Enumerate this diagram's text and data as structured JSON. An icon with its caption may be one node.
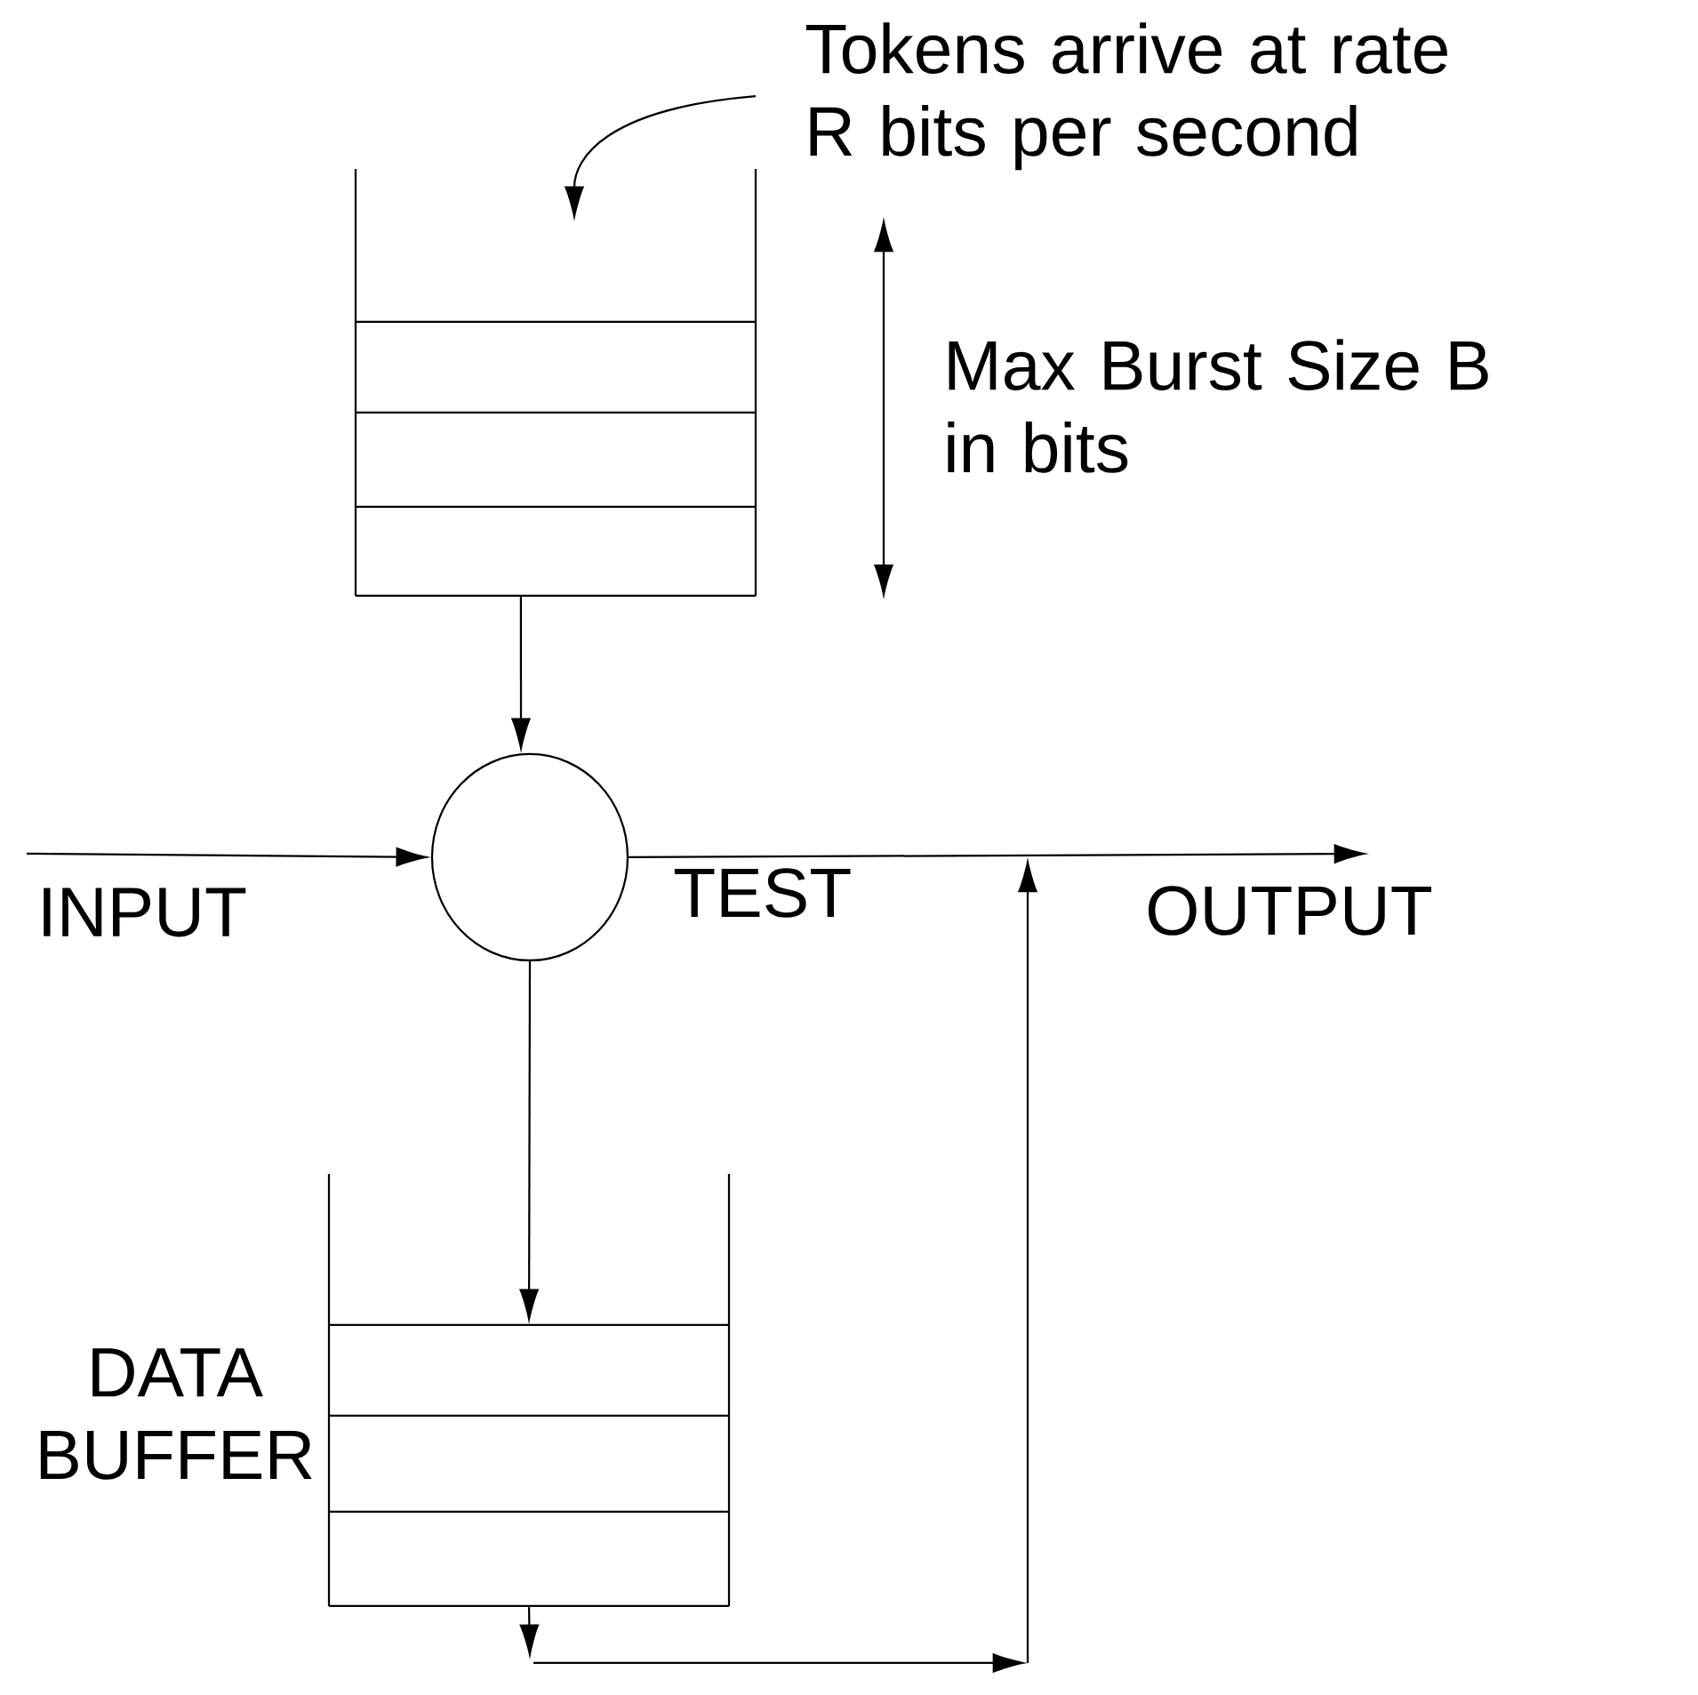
{
  "diagram": {
    "nodes": [
      {
        "text": [
          "Tokens arrive at rate R bits per second"
        ]
      },
      {
        "text": [],
        "shape": "box"
      },
      {
        "text": [],
        "shape": "circle",
        "beside": [
          "TEST"
        ]
      },
      {
        "text": [
          "DATA BUFFER"
        ]
      }
    ],
    "edges": [
      {
        "from": 0,
        "to": 1,
        "arrow": "to"
      },
      {
        "from": 1,
        "to": 2,
        "arrow": "to"
      },
      {
        "from": null,
        "to": 2,
        "arrow": "to",
        "label": "INPUT"
      },
      {
        "from": 2,
        "to": null,
        "arrow": "to",
        "label": "OUTPUT"
      },
      {
        "from": 2,
        "to": 3,
        "arrow": "to"
      },
      {
        "from": 3,
        "to": null,
        "arrow": "to"
      }
    ],
    "labels": [
      "Max Burst Size B in bits"
    ]
  }
}
